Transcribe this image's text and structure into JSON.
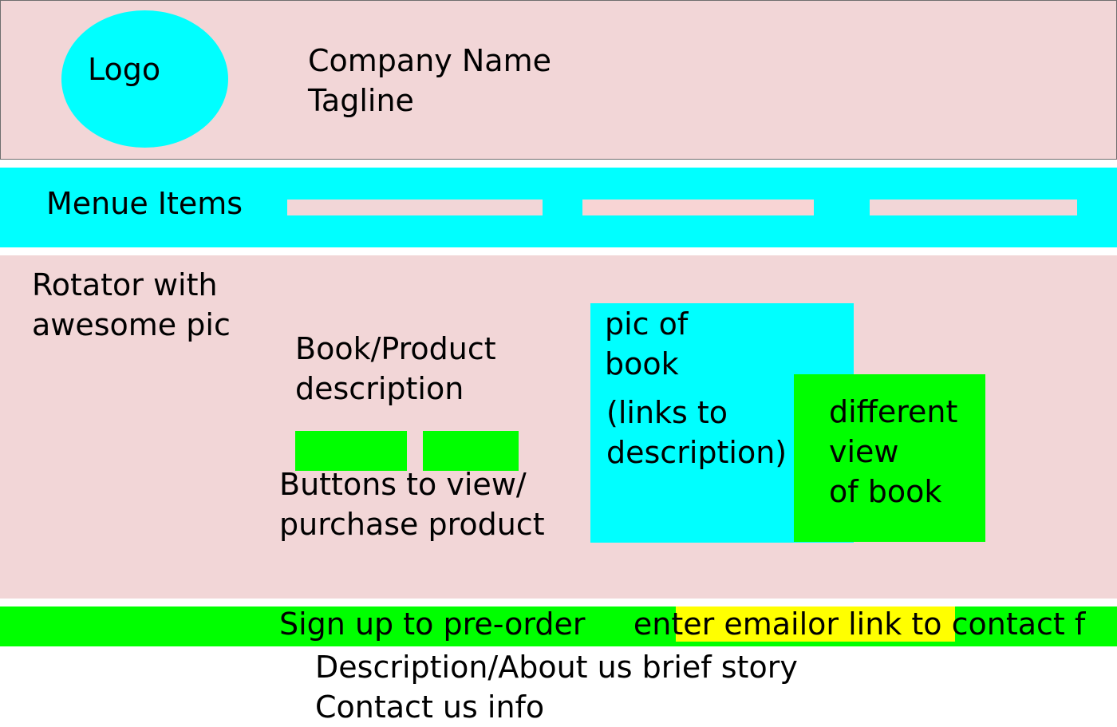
{
  "header": {
    "logo_label": "Logo",
    "company_name": "Company Name",
    "tagline": "Tagline"
  },
  "menu": {
    "label": "Menue Items"
  },
  "content": {
    "rotator_lines": [
      "Rotator with",
      "awesome pic"
    ],
    "description_lines": [
      "Book/Product",
      "description"
    ],
    "buttons_lines": [
      "Buttons to view/",
      "purchase product"
    ],
    "book_pic_lines": [
      "pic of",
      "book"
    ],
    "book_links_lines": [
      "(links to",
      "description)"
    ],
    "alt_view_lines": [
      "different",
      "view",
      "of book"
    ]
  },
  "signup": {
    "text": "Sign up to pre-order     enter emailor link to contact f"
  },
  "footer": {
    "about": "Description/About us brief story",
    "contact": "Contact us info"
  },
  "colors": {
    "pink": "#f2d6d7",
    "cyan": "#00ffff",
    "green": "#00ff00",
    "yellow": "#ffff00"
  }
}
